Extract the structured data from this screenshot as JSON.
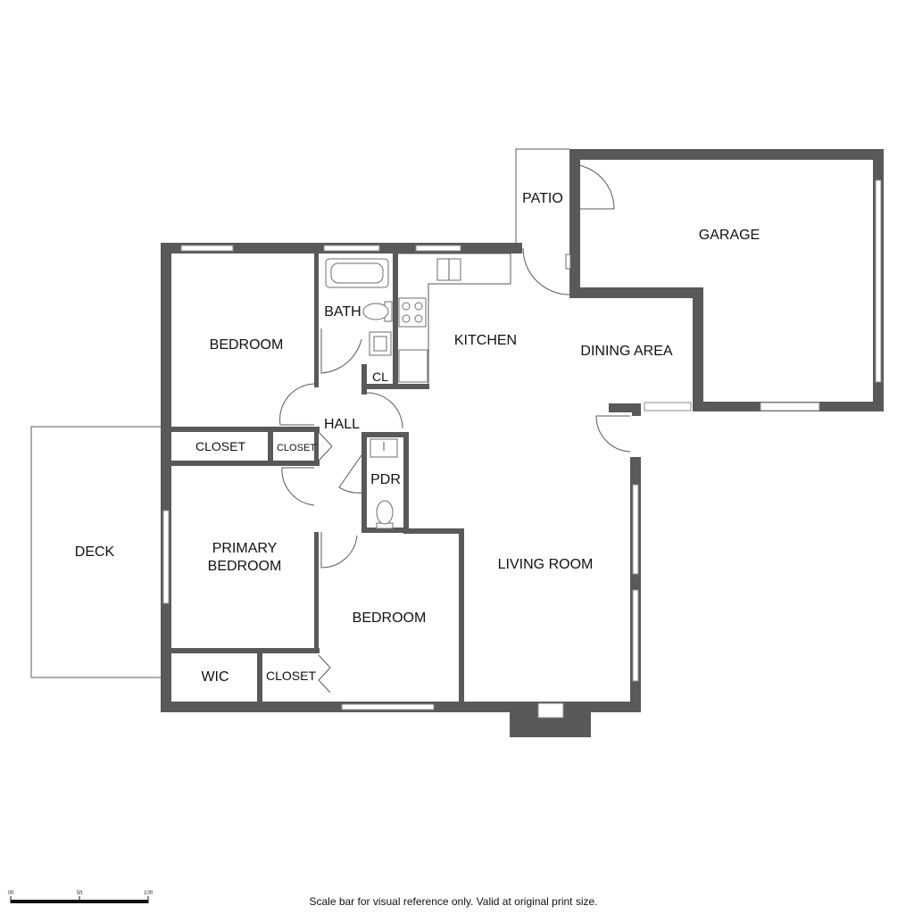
{
  "rooms": {
    "patio": "PATIO",
    "garage": "GARAGE",
    "bath": "BATH",
    "kitchen": "KITCHEN",
    "dining_area": "DINING AREA",
    "bedroom_top": "BEDROOM",
    "cl": "CL",
    "hall": "HALL",
    "closet_left": "CLOSET",
    "closet_hall": "CLOSET",
    "pdr": "PDR",
    "deck": "DECK",
    "primary_bedroom_line1": "PRIMARY",
    "primary_bedroom_line2": "BEDROOM",
    "living_room": "LIVING ROOM",
    "bedroom_bottom": "BEDROOM",
    "wic": "WIC",
    "closet_bottom": "CLOSET"
  },
  "scale_bar": {
    "tick_0": "0ft",
    "tick_5": "5ft",
    "tick_10": "10ft",
    "note": "Scale bar for visual reference only. Valid at original print size."
  },
  "colors": {
    "wall": "#58595b",
    "background": "#ffffff"
  }
}
